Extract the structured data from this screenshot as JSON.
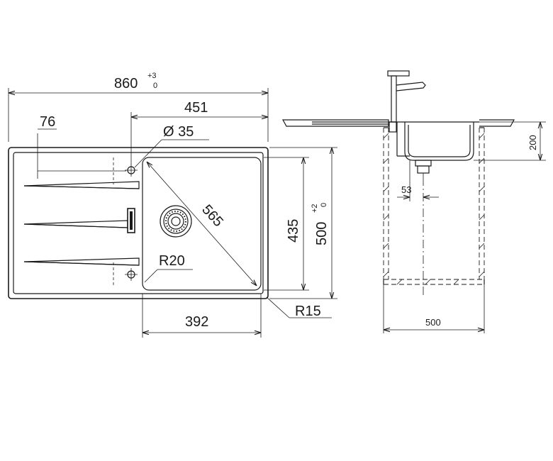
{
  "dimensions": {
    "overall_width": "860",
    "overall_width_tol_upper": "+3",
    "overall_width_tol_lower": "0",
    "bowl_offset_width": "451",
    "drainer_offset": "76",
    "tap_hole_diameter": "Ø 35",
    "bowl_diagonal": "565",
    "bowl_depth_length": "435",
    "overall_depth": "500",
    "overall_depth_tol_upper": "+2",
    "overall_depth_tol_lower": "0",
    "inner_radius": "R20",
    "bowl_width": "392",
    "outer_radius": "R15",
    "bowl_height": "200",
    "drain_offset": "53",
    "cabinet_width": "500"
  }
}
